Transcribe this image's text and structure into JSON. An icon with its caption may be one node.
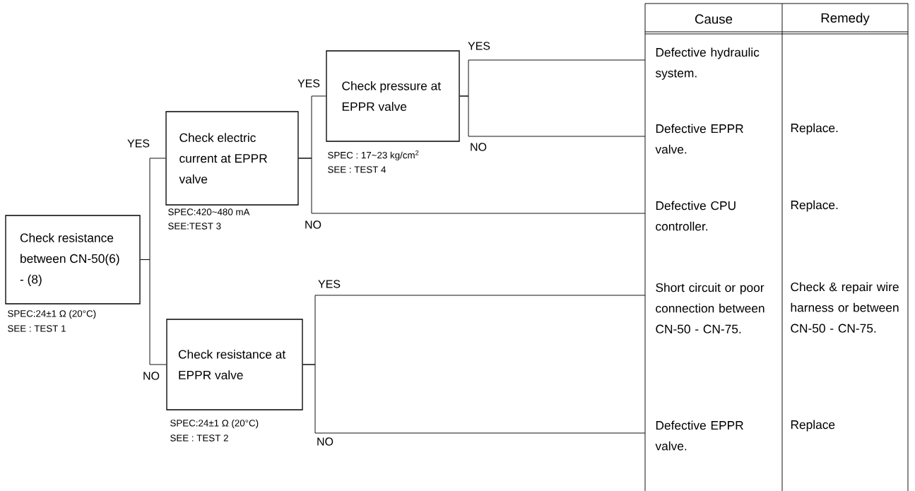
{
  "diagram": {
    "nodes": [
      {
        "text": [
          "Check resistance between CN-50(6) - (8)"
        ],
        "beside": [
          "SPEC:24±1 Ω (20°C)",
          "SEE : TEST 1"
        ]
      },
      {
        "text": [
          "Check electric current at EPPR valve"
        ],
        "beside": [
          "SPEC:420~480 mA",
          "SEE:TEST 3"
        ]
      },
      {
        "text": [
          "Check pressure at EPPR valve"
        ],
        "beside": [
          "SPEC : 17~23 kg/cm$^{2}$",
          "SEE : TEST 4"
        ]
      },
      {
        "text": [
          "Check resistance at EPPR valve"
        ],
        "beside": [
          "SPEC:24±1 Ω (20°C)",
          "SEE : TEST 2"
        ]
      },
      {
        "text": [
          "Defective hydraulic system."
        ]
      },
      {
        "text": [
          "Defective EPPR valve."
        ]
      },
      {
        "text": [
          "Defective CPU controller."
        ]
      },
      {
        "text": [
          "Short circuit or poor connection between CN-50 - CN-75."
        ]
      },
      {
        "text": [
          "Defective EPPR valve."
        ]
      }
    ],
    "edges": [
      {
        "from": 0,
        "to": 1,
        "arrow": "none",
        "label": "YES"
      },
      {
        "from": 0,
        "to": 3,
        "arrow": "none",
        "label": "NO"
      },
      {
        "from": 1,
        "to": 2,
        "arrow": "none",
        "label": "YES"
      },
      {
        "from": 1,
        "to": 6,
        "arrow": "none",
        "label": "NO"
      },
      {
        "from": 2,
        "to": 4,
        "arrow": "none",
        "label": "YES"
      },
      {
        "from": 2,
        "to": 5,
        "arrow": "none",
        "label": "NO"
      },
      {
        "from": 3,
        "to": 7,
        "arrow": "none",
        "label": "YES"
      },
      {
        "from": 3,
        "to": 8,
        "arrow": "none",
        "label": "NO"
      }
    ],
    "labels": [
      "Cause",
      "Remedy",
      "Replace.",
      "Replace.",
      "Check & repair wire harness or between CN-50 - CN-75.",
      "Replace"
    ]
  }
}
